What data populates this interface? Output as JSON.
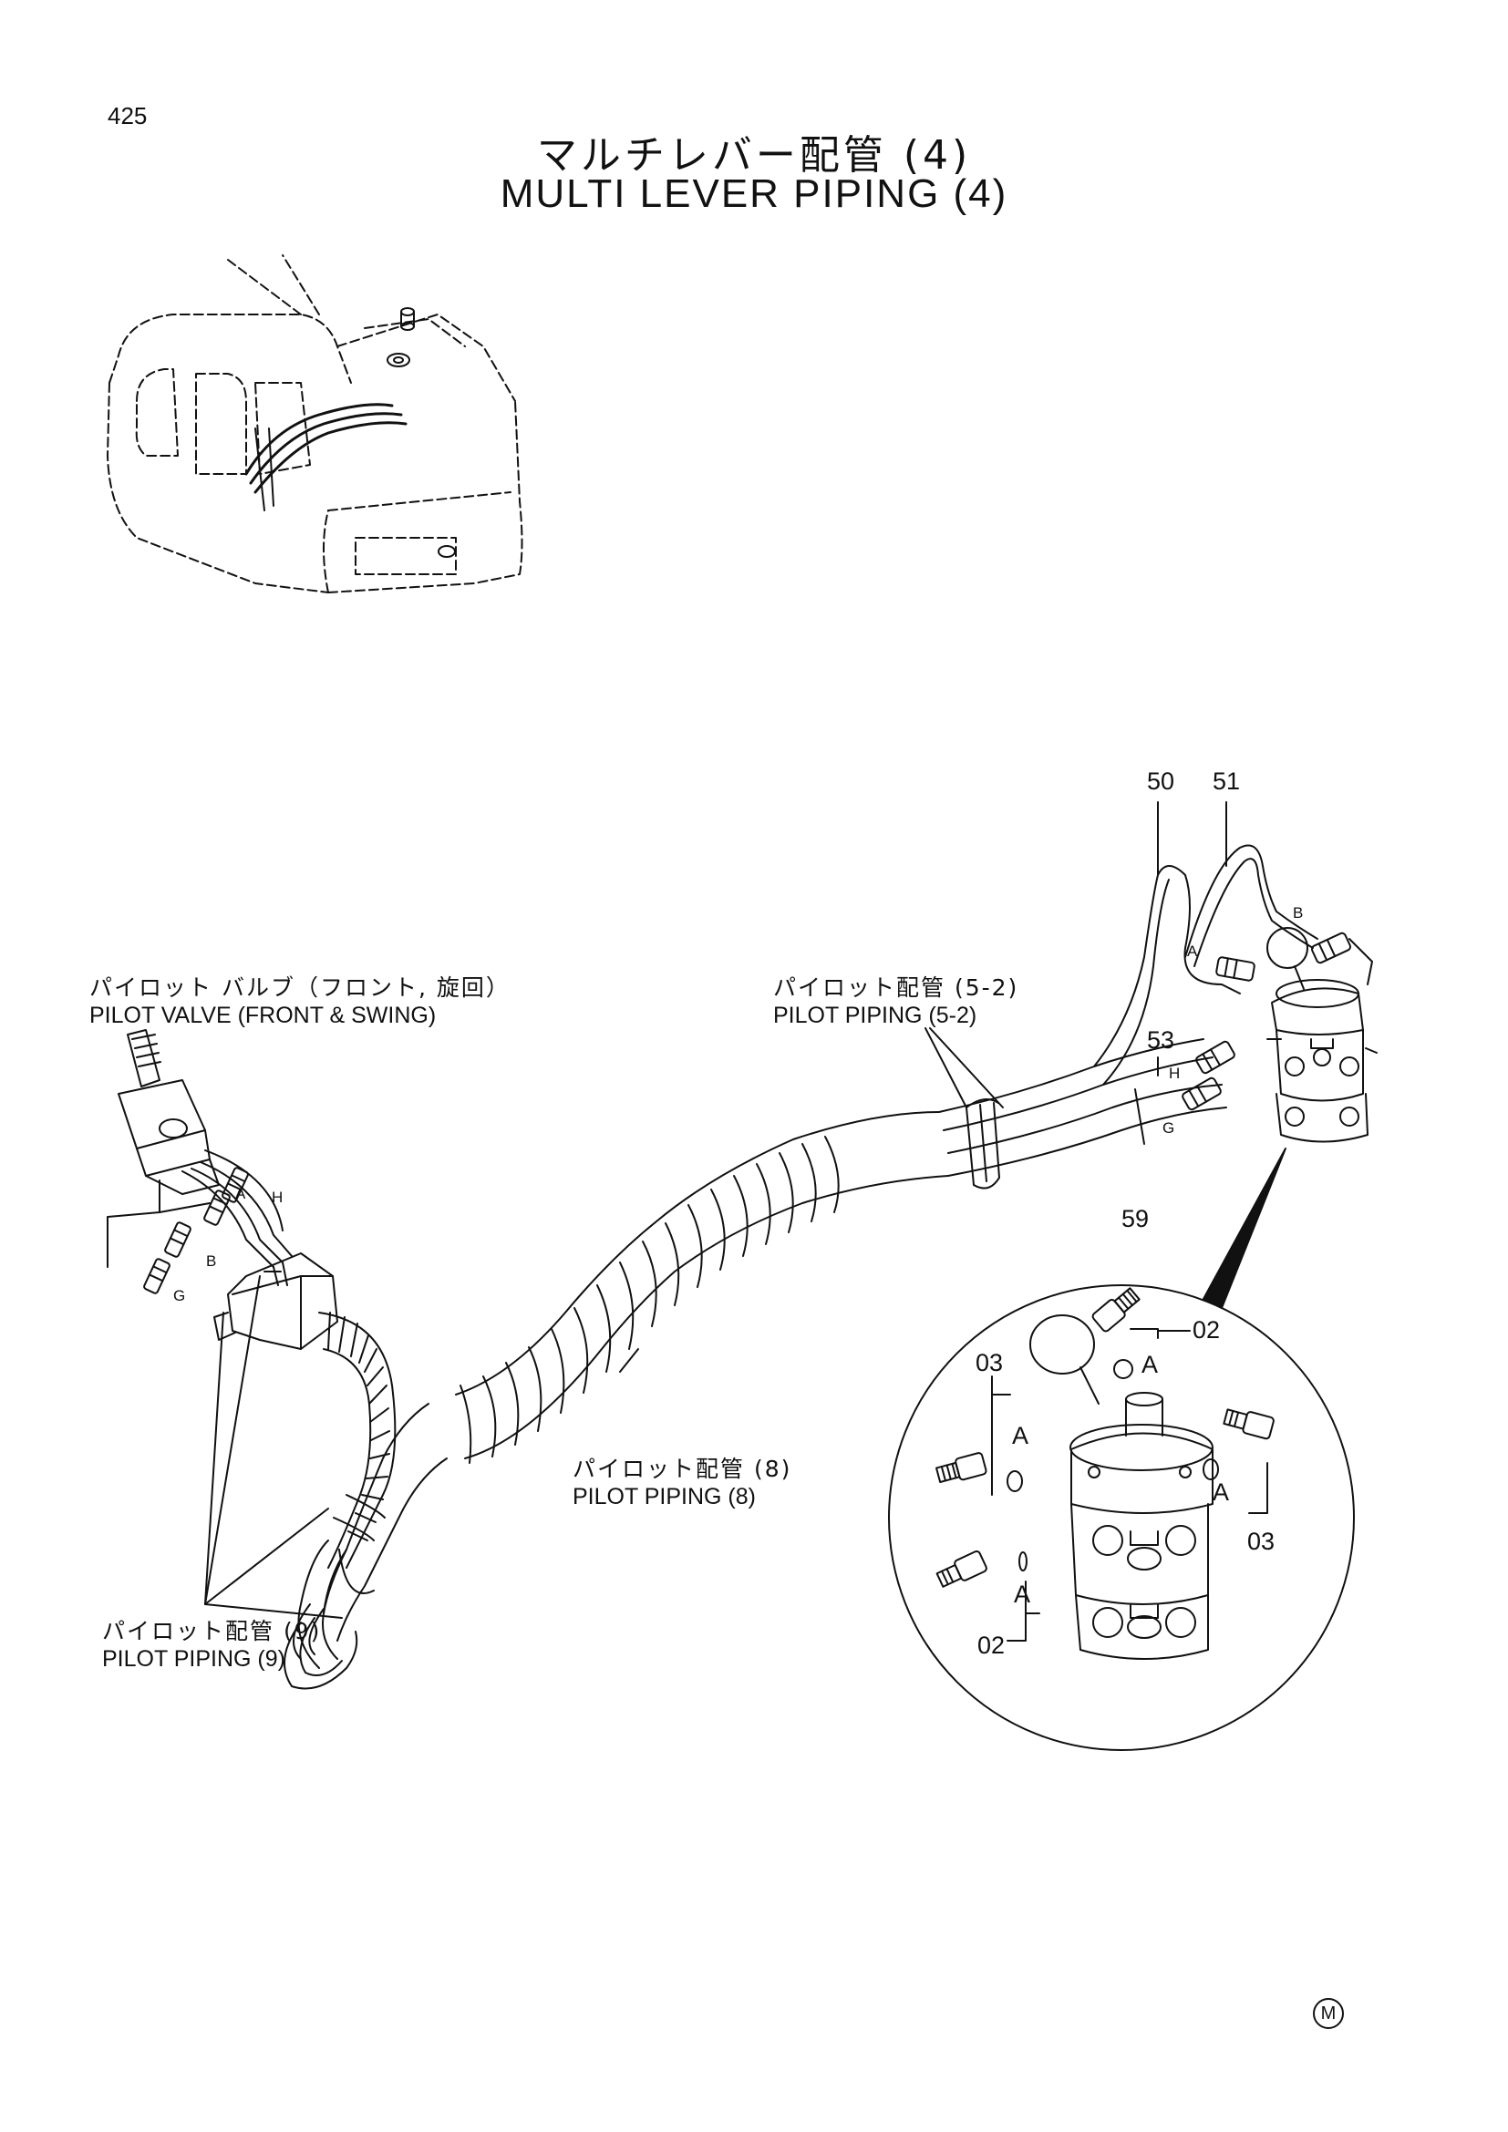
{
  "page_number": "425",
  "title_jp": "マルチレバー配管 (4)",
  "title_en": "MULTI LEVER PIPING (4)",
  "callouts": {
    "pilot_valve": {
      "jp": "パイロット バルブ（フロント, 旋回）",
      "en": "PILOT VALVE (FRONT & SWING)"
    },
    "pilot_piping_5_2": {
      "jp": "パイロット配管 (5-2)",
      "en": "PILOT PIPING (5-2)"
    },
    "pilot_piping_8": {
      "jp": "パイロット配管 (8)",
      "en": "PILOT PIPING (8)"
    },
    "pilot_piping_9": {
      "jp": "パイロット配管 (9)",
      "en": "PILOT PIPING (9)"
    }
  },
  "part_numbers": {
    "p50": "50",
    "p51": "51",
    "p53": "53",
    "p59": "59",
    "p02": "02",
    "p03": "03"
  },
  "port_letters": {
    "a": "A",
    "b": "B",
    "g": "G",
    "h": "H"
  },
  "circle_mark": "M"
}
